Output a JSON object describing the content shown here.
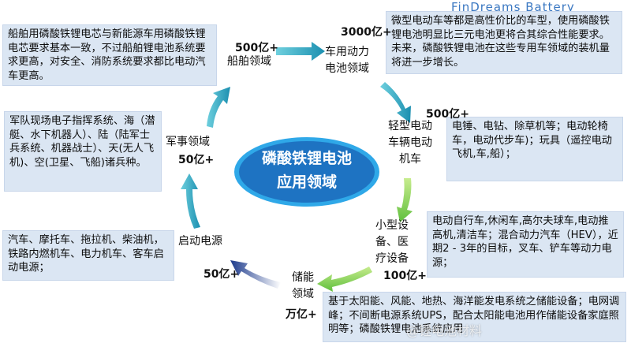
{
  "brand": "FinDreams Battery",
  "center": {
    "line1": "磷酸铁锂电池",
    "line2": "应用领域"
  },
  "segments": {
    "ev": {
      "label1": "车用动力",
      "label2": "电池领域",
      "value": "3000亿+"
    },
    "light_ev": {
      "label1": "轻型电动",
      "label2": "车辆电动",
      "label3": "机车",
      "value": "500亿+"
    },
    "small_device": {
      "label1": "小型设",
      "label2": "备、医",
      "label3": "疗设备",
      "value": "100亿+"
    },
    "storage": {
      "label1": "储能",
      "label2": "领域",
      "value": "万亿+"
    },
    "start": {
      "label1": "启动电源",
      "value": "50亿+"
    },
    "military": {
      "label1": "军事领域",
      "value": "50亿+"
    },
    "ship": {
      "label1": "船舶领域",
      "value": "500亿+"
    }
  },
  "descriptions": {
    "ship": "船舶用磷酸铁锂电芯与新能源车用磷酸铁锂电芯要求基本一致，不过船舶锂电池系统要求更高，对安全、消防系统要求都比电动汽车更高。",
    "ev": "微型电动车等都是高性价比的车型，使用磷酸铁锂电池明显比三元电池更将合其综合性能要求。未来，磷酸铁锂电池在这些专用车领域的装机量将进一步增长。",
    "military": "军队现场电子指挥系统、海（潜艇、水下机器人）、陆（陆军士兵系统、机器战士）、天(无人飞机)、空(卫星、飞船)诸兵种。",
    "light_ev": "电锤、电钻、除草机等；电动轮椅车，电动代步车)；玩具（遥控电动飞机,车,船）；",
    "start": "汽车、摩托车、拖拉机、柴油机，铁路内燃机车、电力机车、客车启动电源；",
    "small_device": "电动自行车,休闲车,高尔夫球车,电动推高机,清洁车；混合动力汽车（HEV），近期2 - 3年的目标，叉车、铲车等动力电源；",
    "storage": "基于太阳能、风能、地热、海洋能发电系统之储能设备；电网调峰；不间断电源系统UPS，配合太阳能电池用作储能设备家庭照明等；磷酸铁锂电池系统应用"
  },
  "watermark": "@锂电池材料",
  "colors": {
    "box_bg": "#dbe6f3",
    "center_fill": "#1e73c2",
    "center_ring": "#2fa8e8",
    "arrow_teal": "#22a0b8",
    "arrow_green": "#8bd15a",
    "arrow_navy": "#243c8f"
  }
}
